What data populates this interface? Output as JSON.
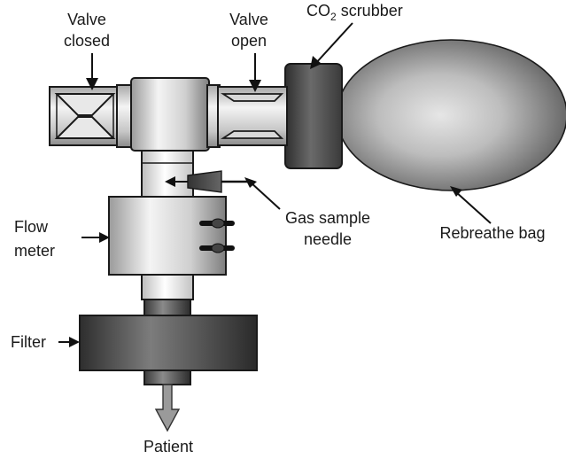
{
  "labels": {
    "valve_closed_line1": "Valve",
    "valve_closed_line2": "closed",
    "valve_open_line1": "Valve",
    "valve_open_line2": "open",
    "co2_prefix": "CO",
    "co2_subscript": "2",
    "co2_suffix": " scrubber",
    "flow_meter_line1": "Flow",
    "flow_meter_line2": "meter",
    "gas_sample_line1": "Gas sample",
    "gas_sample_line2": "needle",
    "rebreathe_bag": "Rebreathe bag",
    "filter": "Filter",
    "patient": "Patient"
  }
}
